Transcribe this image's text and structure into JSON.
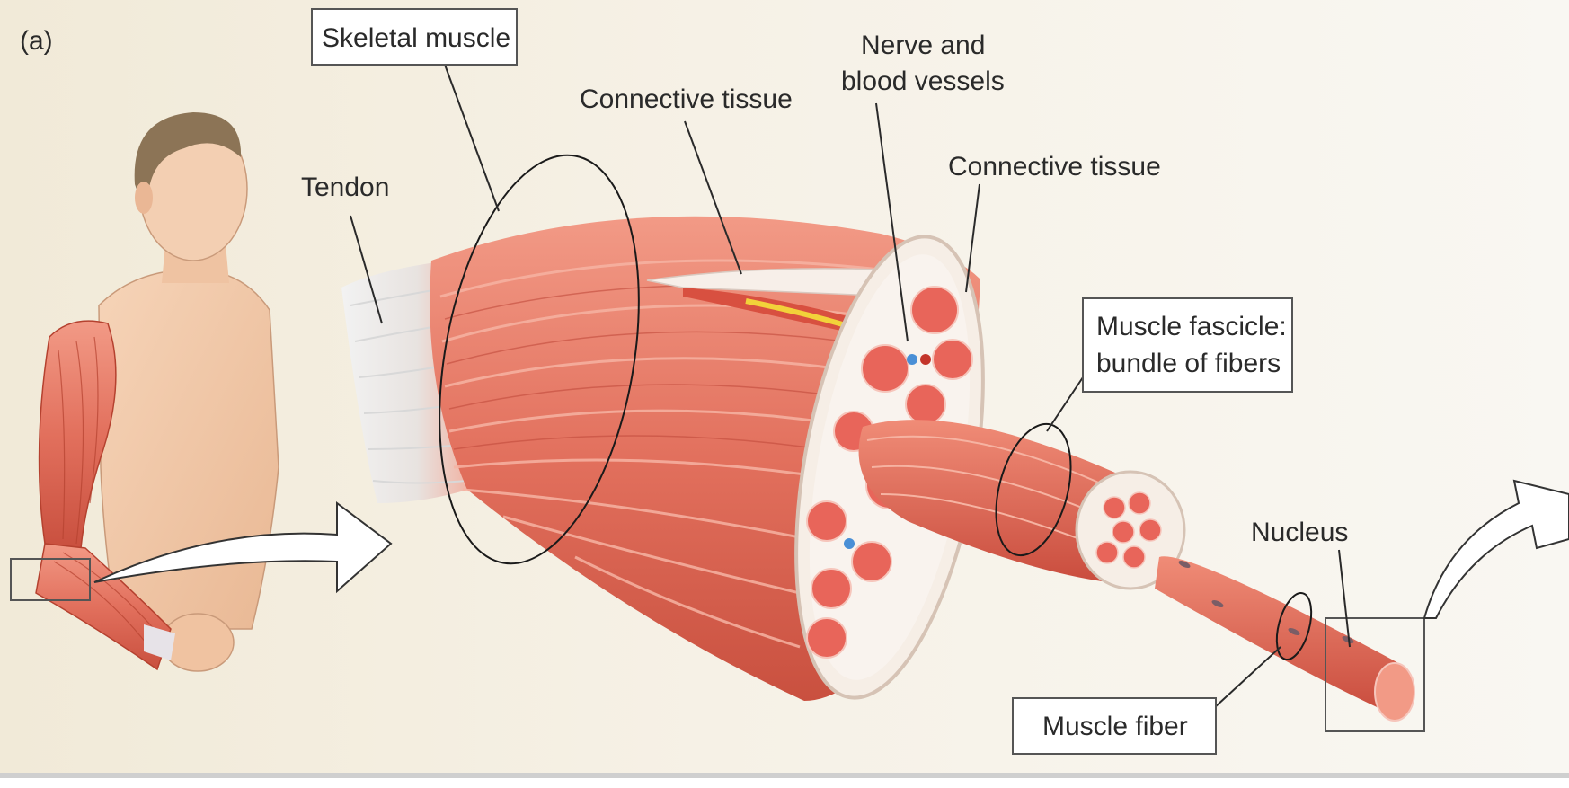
{
  "figure": {
    "panel_letter": "(a)",
    "labels": {
      "skeletal_muscle": "Skeletal muscle",
      "tendon": "Tendon",
      "connective_tissue_outer": "Connective tissue",
      "nerve_and_blood_vessels": [
        "Nerve and",
        "blood vessels"
      ],
      "connective_tissue_inner": "Connective tissue",
      "muscle_fascicle": [
        "Muscle fascicle:",
        "bundle of fibers"
      ],
      "nucleus": "Nucleus",
      "muscle_fiber": "Muscle fiber"
    }
  },
  "colors": {
    "background": "#f4efe3",
    "muscle": "#e36f5c",
    "muscle_light": "#f4a693",
    "muscle_dark": "#c64a3e",
    "skin": "#f2c9aa",
    "hair": "#8c7456",
    "tendon": "#eeeeee",
    "nerve": "#f2d23a",
    "vessel": "#4a8fd6"
  }
}
